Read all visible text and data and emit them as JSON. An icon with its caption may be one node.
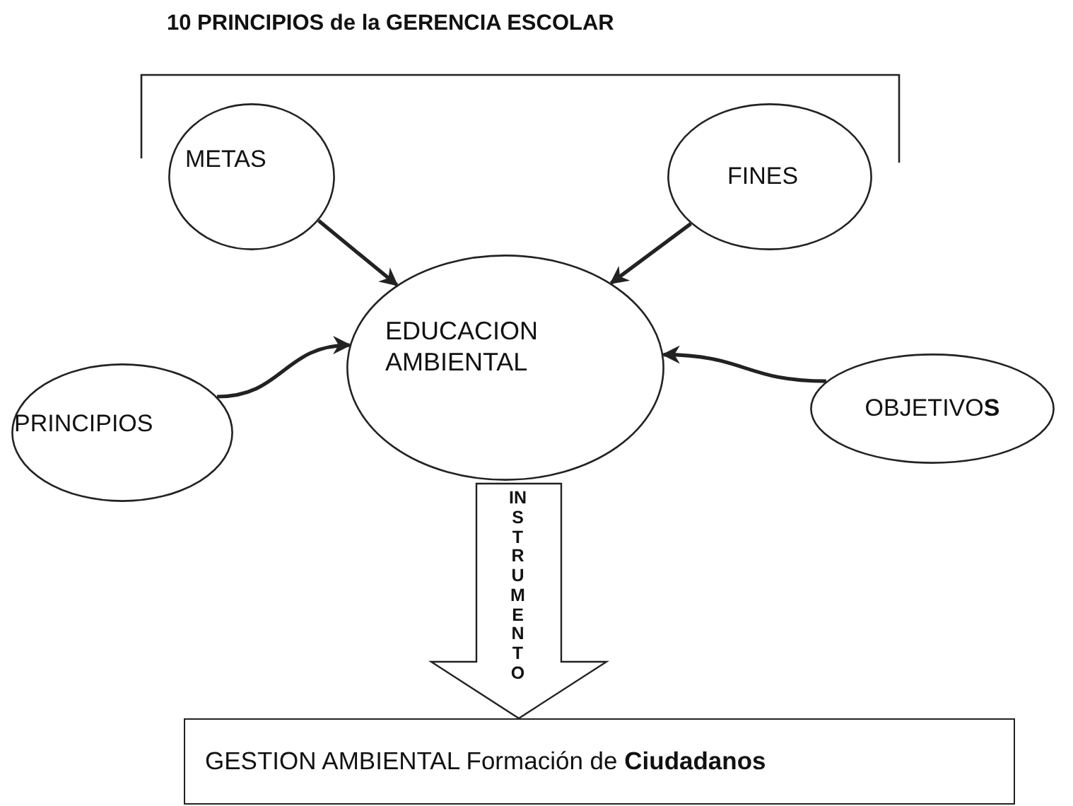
{
  "diagram": {
    "title": "10 PRINCIPIOS de la GERENCIA ESCOLAR",
    "nodes": [
      {
        "text": [
          "METAS"
        ]
      },
      {
        "text": [
          "FINES"
        ]
      },
      {
        "text": [
          "EDUCACION AMBIENTAL"
        ]
      },
      {
        "text": [
          "PRINCIPIOS"
        ]
      },
      {
        "text": [
          "OBJETIVO**S**"
        ]
      },
      {
        "text": [
          "GESTION AMBIENTAL Formación de  **Ciudadanos**"
        ]
      }
    ],
    "edges": [
      {
        "from": 0,
        "to": 2,
        "arrow": "to"
      },
      {
        "from": 1,
        "to": 2,
        "arrow": "to"
      },
      {
        "from": 3,
        "to": 2,
        "arrow": "to"
      },
      {
        "from": 4,
        "to": 2,
        "arrow": "to"
      },
      {
        "from": 2,
        "to": 5,
        "arrow": "to",
        "label": "INSTRUMENTO",
        "style": "thick"
      }
    ]
  }
}
